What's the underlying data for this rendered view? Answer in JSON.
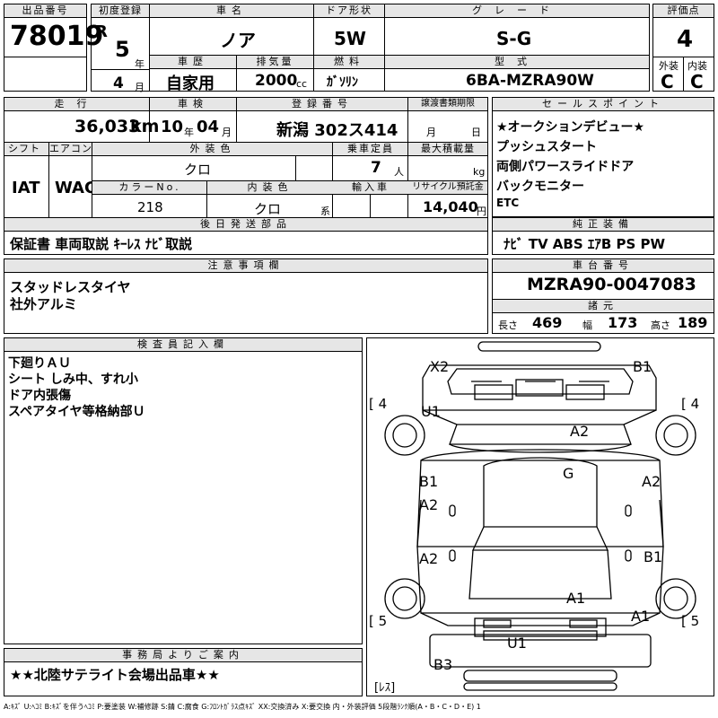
{
  "header": {
    "lot_label": "出品番号",
    "lot": "78019",
    "first_reg_label": "初度登録",
    "era": "R",
    "year": "5",
    "year_unit": "年",
    "month": "4",
    "month_unit": "月",
    "name_label": "車名",
    "name": "ノア",
    "door_label": "ドア形状",
    "door": "5W",
    "grade_label": "グレード",
    "grade": "S-G",
    "score_label": "評価点",
    "score": "4",
    "history_label": "車歴",
    "history": "自家用",
    "displacement_label": "排気量",
    "displacement": "2000",
    "displacement_unit": "cc",
    "fuel_label": "燃料",
    "fuel": "ｶﾞｿﾘﾝ",
    "model_label": "型式",
    "model": "6BA-MZRA90W",
    "ext_label": "外装",
    "ext": "C",
    "int_label": "内装",
    "int": "C"
  },
  "row2": {
    "mileage_label": "走行",
    "mileage": "36,033",
    "mileage_unit": "km",
    "inspection_label": "車検",
    "insp_year": "10",
    "insp_year_unit": "年",
    "insp_month": "04",
    "insp_month_unit": "月",
    "reg_label": "登録番号",
    "reg": "新潟 302ス414",
    "transfer_label": "譲渡書類期限",
    "transfer_month": "月",
    "transfer_day": "日"
  },
  "row3": {
    "shift_label": "シフト",
    "shift": "IAT",
    "ac_label": "エアコン",
    "ac": "WAC",
    "color_label": "外装色",
    "color": "クロ",
    "capacity_label": "乗車定員",
    "capacity": "7",
    "capacity_unit": "人",
    "load_label": "最大積載量",
    "load_unit": "kg",
    "color_no_label": "カラーNo.",
    "color_no": "218",
    "int_color_label": "内装色",
    "int_color": "クロ",
    "int_color_unit": "系",
    "import_label": "輸入車",
    "recycle_label": "リサイクル預託金",
    "recycle": "14,040",
    "recycle_unit": "円"
  },
  "later_parts": {
    "label": "後日発送部品",
    "text": "保証書 車両取説 ｷｰﾚｽ ﾅﾋﾞ取説"
  },
  "notes": {
    "label": "注意事項欄",
    "lines": [
      "スタッドレスタイヤ",
      "社外アルミ"
    ]
  },
  "sales_points": {
    "label": "セールスポイント",
    "lines": [
      "★オークションデビュー★",
      "プッシュスタート",
      "両側パワースライドドア",
      "バックモニター",
      "ETC"
    ]
  },
  "equipment": {
    "label": "純正装備",
    "text": "ﾅﾋﾞ TV ABS ｴｱB PS PW"
  },
  "chassis": {
    "label": "車台番号",
    "value": "MZRA90-0047083"
  },
  "specs": {
    "label": "諸元",
    "len_label": "長さ",
    "len": "469",
    "wid_label": "幅",
    "wid": "173",
    "hgt_label": "高さ",
    "hgt": "189"
  },
  "inspector": {
    "label": "検査員記入欄",
    "lines": [
      "下廻りＡＵ",
      "シート しみ中、すれ小",
      "ドア内張傷",
      "スペアタイヤ等格納部Ｕ"
    ]
  },
  "office": {
    "label": "事務局よりご案内",
    "text": "★★北陸サテライト会場出品車★★"
  },
  "diagram": {
    "marks": [
      "X2",
      "B1",
      "U1",
      "A2",
      "G",
      "B1",
      "A2",
      "A2",
      "A2",
      "B1",
      "A1",
      "A1",
      "U1",
      "B3"
    ],
    "tires": [
      "[ 4",
      "[ 4",
      "[ 5",
      "[ 5",
      "[ﾚｽ]"
    ]
  },
  "legend": "A:ｷｽﾞ U:ﾍｺﾐ B:ｷｽﾞを伴うﾍｺﾐ P:要塗装 W:補修跡 S:錆 C:腐食 G:ﾌﾛﾝﾄｶﾞﾗｽ点ｷｽﾞ XX:交換済み X:要交換 内・外装評価 5段階ﾗﾝｸ順(A・B・C・D・E) 1"
}
